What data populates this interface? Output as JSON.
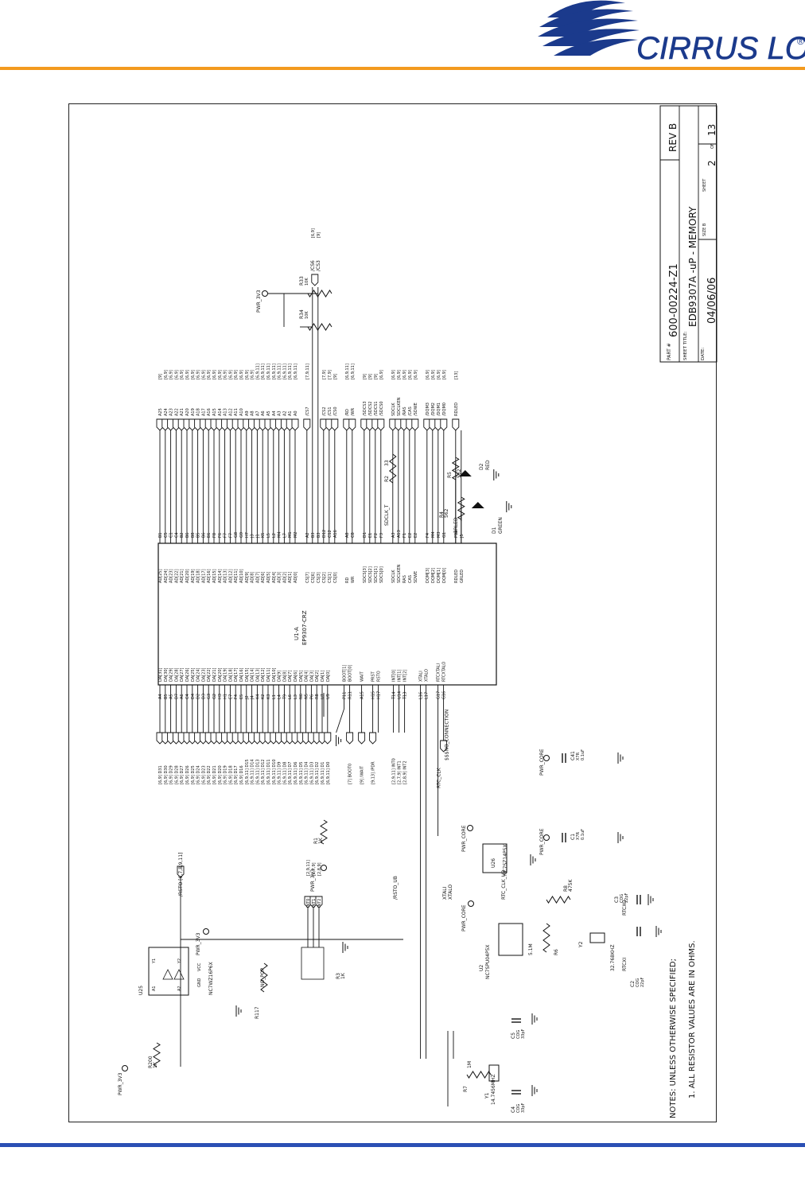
{
  "brand": {
    "name": "CIRRUS LOGIC",
    "mark": "®",
    "colors": {
      "orange": "#f39a1e",
      "blue": "#2a4fb4",
      "logo_text": "#1b3a8c"
    }
  },
  "title_block": {
    "part_label": "PART #",
    "part_number": "600-00224-Z1",
    "rev": "REV B",
    "sheet_title_label": "SHEET TITLE:",
    "sheet_title": "EDB9307A   -uP  -  MEMORY",
    "date_label": "DATE:",
    "date": "04/06/06",
    "size_label": "SIZE B",
    "sheet_label": "SHEET",
    "sheet_no": "2",
    "of_label": "OF",
    "sheet_total": "13"
  },
  "notes": {
    "heading": "NOTES: UNLESS OTHERWISE SPECIFIED;",
    "item1": "1. ALL RESISTOR VALUES ARE IN OHMS."
  },
  "u1": {
    "ref": "U1-A",
    "part": "EP9307-CRZ",
    "data_lines": [
      {
        "pin": "A4",
        "name": "DA[31]",
        "net": "[6,9] D31"
      },
      {
        "pin": "B5",
        "name": "DA[30]",
        "net": "[6,9] D30"
      },
      {
        "pin": "A5",
        "name": "DA[29]",
        "net": "[6,9] D29"
      },
      {
        "pin": "D7",
        "name": "DA[28]",
        "net": "[6,9] D28"
      },
      {
        "pin": "A6",
        "name": "DA[27]",
        "net": "[6,9] D27"
      },
      {
        "pin": "C4",
        "name": "DA[26]",
        "net": "[6,9] D26"
      },
      {
        "pin": "D4",
        "name": "DA[25]",
        "net": "[6,9] D25"
      },
      {
        "pin": "D2",
        "name": "DA[24]",
        "net": "[6,9] D24"
      },
      {
        "pin": "D3",
        "name": "DA[23]",
        "net": "[6,9] D23"
      },
      {
        "pin": "G3",
        "name": "DA[22]",
        "net": "[6,9] D22"
      },
      {
        "pin": "G2",
        "name": "DA[21]",
        "net": "[6,9] D21"
      },
      {
        "pin": "H3",
        "name": "DA[20]",
        "net": "[6,9] D20"
      },
      {
        "pin": "H1",
        "name": "DA[19]",
        "net": "[6,9] D19"
      },
      {
        "pin": "E7",
        "name": "DA[18]",
        "net": "[6,9] D18"
      },
      {
        "pin": "F4",
        "name": "DA[17]",
        "net": "[6,9] D17"
      },
      {
        "pin": "E5",
        "name": "DA[16]",
        "net": "[6,9] D16"
      },
      {
        "pin": "J2",
        "name": "DA[15]",
        "net": "[6,9,11] D15"
      },
      {
        "pin": "J4",
        "name": "DA[14]",
        "net": "[6,9,11] D14"
      },
      {
        "pin": "K4",
        "name": "DA[13]",
        "net": "[6,9,11] D13"
      },
      {
        "pin": "K2",
        "name": "DA[12]",
        "net": "[6,9,11] D12"
      },
      {
        "pin": "K3",
        "name": "DA[11]",
        "net": "[6,9,11] D11"
      },
      {
        "pin": "L1",
        "name": "DA[10]",
        "net": "[6,9,11] D10"
      },
      {
        "pin": "L4",
        "name": "DA[9]",
        "net": "[6,9,11] D9"
      },
      {
        "pin": "T9",
        "name": "DA[8]",
        "net": "[6,9,11] D8"
      },
      {
        "pin": "L6",
        "name": "DA[7]",
        "net": "[6,9,11] D7"
      },
      {
        "pin": "L3",
        "name": "DA[6]",
        "net": "[6,9,11] D6"
      },
      {
        "pin": "N6",
        "name": "DA[5]",
        "net": "[6,9,11] D5"
      },
      {
        "pin": "N5",
        "name": "DA[4]",
        "net": "[6,9,11] D4"
      },
      {
        "pin": "P6",
        "name": "DA[3]",
        "net": "[6,9,11] D3"
      },
      {
        "pin": "R8",
        "name": "DA[2]",
        "net": "[6,9,11] D2"
      },
      {
        "pin": "U7",
        "name": "DA[1]",
        "net": "[6,9,11] D1"
      },
      {
        "pin": "U9",
        "name": "DA[0]",
        "net": "[6,9,11] D0"
      }
    ],
    "boot": [
      {
        "pin": "P11",
        "name": "BOOT[1]"
      },
      {
        "pin": "R11",
        "name": "BOOT[0]",
        "net": "[7] BOOT0"
      }
    ],
    "wait": {
      "pin": "A15",
      "name": "WAIT",
      "net": "[9] /WAIT"
    },
    "rst": [
      {
        "pin": "H15",
        "name": "PRST",
        "net": "[9,13] /PDR"
      },
      {
        "pin": "H17",
        "name": "RSTO"
      }
    ],
    "ints": [
      {
        "pin": "T14",
        "name": "INT[0]",
        "net": "[2,9,11] INT0"
      },
      {
        "pin": "U14",
        "name": "INT[1]",
        "net": "[2,7,9] INT1"
      },
      {
        "pin": "T13",
        "name": "INT[2]",
        "net": "[2,8,9] INT2"
      }
    ],
    "xtal": [
      {
        "pin": "L16",
        "name": "XTALI"
      },
      {
        "pin": "L17",
        "name": "XTALO"
      }
    ],
    "rtc": [
      {
        "pin": "G17",
        "name": "RTCXTALI"
      },
      {
        "pin": "G16",
        "name": "RTCXTALO"
      }
    ],
    "addr_lines": [
      {
        "pin": "B1",
        "name": "AD[25]",
        "net": "A25",
        "ref": "[9]"
      },
      {
        "pin": "C5",
        "name": "AD[24]",
        "net": "A24",
        "ref": "[6,9]"
      },
      {
        "pin": "C1",
        "name": "AD[23]",
        "net": "A23",
        "ref": "[6,9]"
      },
      {
        "pin": "C4",
        "name": "AD[22]",
        "net": "A22",
        "ref": "[6,9]"
      },
      {
        "pin": "B2",
        "name": "AD[21]",
        "net": "A21",
        "ref": "[6,9]"
      },
      {
        "pin": "B6",
        "name": "AD[20]",
        "net": "A20",
        "ref": "[6,9]"
      },
      {
        "pin": "B8",
        "name": "AD[19]",
        "net": "A19",
        "ref": "[6,9]"
      },
      {
        "pin": "B5",
        "name": "AD[18]",
        "net": "A18",
        "ref": "[6,9]"
      },
      {
        "pin": "B6",
        "name": "AD[17]",
        "net": "A17",
        "ref": "[6,9]"
      },
      {
        "pin": "E6",
        "name": "AD[16]",
        "net": "A16",
        "ref": "[6,9]"
      },
      {
        "pin": "F8",
        "name": "AD[15]",
        "net": "A15",
        "ref": "[6,9]"
      },
      {
        "pin": "F6",
        "name": "AD[14]",
        "net": "A14",
        "ref": "[6,9]"
      },
      {
        "pin": "F7",
        "name": "AD[13]",
        "net": "A13",
        "ref": "[6,9]"
      },
      {
        "pin": "F7",
        "name": "AD[12]",
        "net": "A12",
        "ref": "[6,9]"
      },
      {
        "pin": "G8",
        "name": "AD[11]",
        "net": "A11",
        "ref": "[6,9]"
      },
      {
        "pin": "G9",
        "name": "AD[10]",
        "net": "A10",
        "ref": "[6,9]"
      },
      {
        "pin": "H7",
        "name": "AD[9]",
        "net": "A9",
        "ref": "[6,9]"
      },
      {
        "pin": "J3",
        "name": "AD[8]",
        "net": "A8",
        "ref": "[6,9]"
      },
      {
        "pin": "J1",
        "name": "AD[7]",
        "net": "A7",
        "ref": "[6,9,11]"
      },
      {
        "pin": "K5",
        "name": "AD[6]",
        "net": "A6",
        "ref": "[6,9,11]"
      },
      {
        "pin": "L5",
        "name": "AD[5]",
        "net": "A5",
        "ref": "[6,9,11]"
      },
      {
        "pin": "L2",
        "name": "AD[4]",
        "net": "A4",
        "ref": "[6,9,11]"
      },
      {
        "pin": "M4",
        "name": "AD[3]",
        "net": "A3",
        "ref": "[6,9,11]"
      },
      {
        "pin": "L7",
        "name": "AD[2]",
        "net": "A2",
        "ref": "[6,9,11]"
      },
      {
        "pin": "M1",
        "name": "AD[1]",
        "net": "A1",
        "ref": "[6,9,11]"
      },
      {
        "pin": "M2",
        "name": "AD[0]",
        "net": "A0",
        "ref": "[6,9,11]"
      }
    ],
    "cs_lines": [
      {
        "pin": "A2",
        "name": "CS[7]",
        "net": "/CS7",
        "ref": "[7,9,11]"
      },
      {
        "pin": "B3",
        "name": "CS[6]"
      },
      {
        "pin": "B3",
        "name": "CS[3]"
      },
      {
        "pin": "D12",
        "name": "CS[2]",
        "net": "/CS2",
        "ref": "[7,9]"
      },
      {
        "pin": "C12",
        "name": "CS[1]",
        "net": "/CS1",
        "ref": "[7,9]"
      },
      {
        "pin": "A16",
        "name": "CS[0]",
        "net": "/CS0",
        "ref": "[9]"
      }
    ],
    "rw_lines": [
      {
        "pin": "A8",
        "name": "RD",
        "net": "/RD",
        "ref": "[6,9,11]"
      },
      {
        "pin": "C8",
        "name": "WR",
        "net": "/WR",
        "ref": "[6,9,11]"
      }
    ],
    "sdcs_lines": [
      {
        "pin": "D1",
        "name": "SDCS[3]",
        "net": "/SDCS3",
        "ref": "[9]"
      },
      {
        "pin": "E1",
        "name": "SDCS[2]",
        "net": "/SDCS2",
        "ref": "[9]"
      },
      {
        "pin": "F2",
        "name": "SDCS[1]",
        "net": "/SDCS1",
        "ref": "[9]"
      },
      {
        "pin": "F3",
        "name": "SDCS[0]",
        "net": "/SDCS0",
        "ref": "[6,9]"
      }
    ],
    "sdram_lines": [
      {
        "pin": "A3",
        "name": "SDCLK",
        "net": "SDCLK",
        "ref": "[6,9]"
      },
      {
        "pin": "A13",
        "name": "SDCLKEN",
        "net": "SDCLKEN",
        "ref": "[6,9]"
      },
      {
        "pin": "F1",
        "name": "RAS",
        "net": "/RAS",
        "ref": "[6,9]"
      },
      {
        "pin": "E2",
        "name": "CAS",
        "net": "/CAS",
        "ref": "[6,9]"
      },
      {
        "pin": "E2",
        "name": "SDWE",
        "net": "/SDWE",
        "ref": "[6,9]"
      }
    ],
    "dqm_lines": [
      {
        "pin": "F4",
        "name": "DQM[3]",
        "net": "/DQM3",
        "ref": "[6,9]"
      },
      {
        "pin": "M4",
        "name": "DQM[2]",
        "net": "/DQM2",
        "ref": "[6,9]"
      },
      {
        "pin": "M3",
        "name": "DQM[1]",
        "net": "/DQM1",
        "ref": "[6,9]"
      },
      {
        "pin": "G1",
        "name": "DQM[0]",
        "net": "/DQM0",
        "ref": "[6,9]"
      }
    ],
    "led_lines": [
      {
        "pin": "P14",
        "name": "RDLED",
        "net": "RDLED",
        "ref": "[13]"
      },
      {
        "pin": "J5",
        "name": "GRLED"
      }
    ],
    "no_conn": "$$$NO_CONNECTION",
    "rtc_clk": "RTC_CLK"
  },
  "parts": {
    "pwr3v3": "PWR_3V3",
    "pwr_core": "PWR_CORE",
    "r1": {
      "ref": "R1",
      "val": "1K"
    },
    "r2": {
      "ref": "R2",
      "val": "33"
    },
    "r3": {
      "ref": "R3",
      "val": "1K"
    },
    "r4": {
      "ref": "R4",
      "val": "562"
    },
    "r5": {
      "ref": "R5",
      "val": "562"
    },
    "r6": {
      "ref": "R6",
      "val": "5.1M"
    },
    "r7": {
      "ref": "R7",
      "val": "1M"
    },
    "r8": {
      "ref": "R8",
      "val": "475K"
    },
    "r33": {
      "ref": "R33",
      "val": "10K"
    },
    "r34": {
      "ref": "R34",
      "val": "10K"
    },
    "r117": {
      "ref": "R117",
      "val": "NO_POP"
    },
    "r200": {
      "ref": "R200",
      "val": "1K"
    },
    "d1": {
      "ref": "D1",
      "color": "GREEN"
    },
    "d2": {
      "ref": "D2",
      "color": "RED"
    },
    "c1": {
      "ref": "C1",
      "type": "X7R",
      "val": "0.1uF"
    },
    "c2": {
      "ref": "C2",
      "type": "COG",
      "val": "22pF"
    },
    "c3": {
      "ref": "C3",
      "type": "COG",
      "val": "22pF"
    },
    "c4": {
      "ref": "C4",
      "type": "COG",
      "val": "33pF"
    },
    "c5": {
      "ref": "C5",
      "type": "COG",
      "val": "33pF"
    },
    "c41": {
      "ref": "C41",
      "type": "X7R",
      "val": "0.1uF"
    },
    "y1": {
      "ref": "Y1",
      "val": "14.7456MHZ"
    },
    "y2": {
      "ref": "Y2",
      "val": "32.768KHZ"
    },
    "u2": {
      "ref": "U2",
      "part": "NC7SPU04P5X"
    },
    "u25": {
      "ref": "U25",
      "part": "NC7WZ16P6X"
    },
    "u26": {
      "ref": "U26",
      "part": "NC7SZ14P5X"
    },
    "nets": {
      "rsto_uo": "/RSTO [6,7,8,9,11]",
      "rsto_ub": "/RSTO_UB",
      "rtc_clk_ub": "RTC_CLK_UB",
      "rtcxi": "RTCXI",
      "rtcxo": "RTCXO",
      "xtali": "XTALI",
      "xtalo": "XTALO",
      "sdclk_t": "SDCLK_T",
      "grled": "GRLED",
      "cs6": "/CS6",
      "cs3": "/CS3",
      "cs63_ref1": "[6,9]",
      "cs63_ref2": "[9]"
    },
    "u25_pins": {
      "a1": "A1",
      "a2": "A2",
      "y1": "Y1",
      "y2": "Y2",
      "gnd": "GND",
      "vcc": "VCC",
      "p1": "1",
      "p2": "2",
      "p3": "3",
      "p4": "4",
      "p5": "5",
      "p6": "6"
    },
    "int_nets": [
      {
        "net": "INT0",
        "ref": "[2,9,11]"
      },
      {
        "net": "INT1",
        "ref": "[2,7,9]"
      },
      {
        "net": "INT2",
        "ref": "[2,8,9]"
      }
    ]
  }
}
